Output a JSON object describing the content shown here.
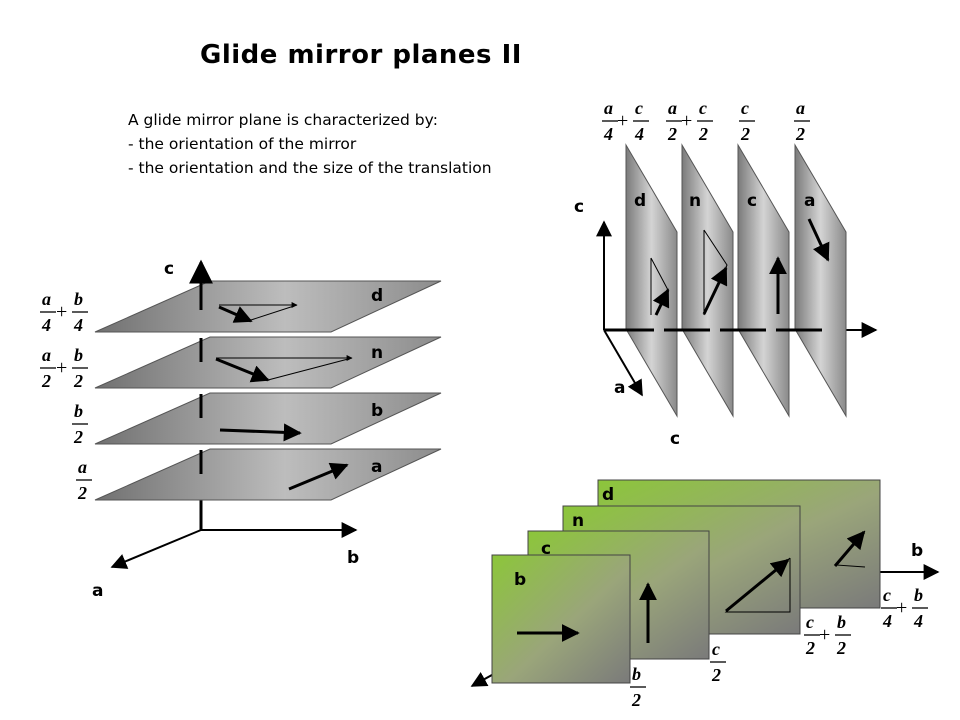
{
  "title": "Glide mirror planes II",
  "intro": {
    "line1": "A glide mirror plane is characterized by:",
    "line2": "- the orientation of the mirror",
    "line3": "- the orientation and the size of the translation"
  },
  "left_panel": {
    "axes": {
      "c": "c",
      "a": "a",
      "b": "b"
    },
    "planes": [
      {
        "name": "d",
        "translation": {
          "t1": {
            "num": "a",
            "den": "4"
          },
          "t2": {
            "num": "b",
            "den": "4"
          }
        }
      },
      {
        "name": "n",
        "translation": {
          "t1": {
            "num": "a",
            "den": "2"
          },
          "t2": {
            "num": "b",
            "den": "2"
          }
        }
      },
      {
        "name": "b",
        "translation": {
          "t1": {
            "num": "b",
            "den": "2"
          }
        }
      },
      {
        "name": "a",
        "translation": {
          "t1": {
            "num": "a",
            "den": "2"
          }
        }
      }
    ]
  },
  "top_right_panel": {
    "axes": {
      "c": "c",
      "a": "a"
    },
    "planes": [
      {
        "name": "d",
        "translation": {
          "t1": {
            "num": "a",
            "den": "4"
          },
          "t2": {
            "num": "c",
            "den": "4"
          }
        }
      },
      {
        "name": "n",
        "translation": {
          "t1": {
            "num": "a",
            "den": "2"
          },
          "t2": {
            "num": "c",
            "den": "2"
          }
        }
      },
      {
        "name": "c",
        "translation": {
          "t1": {
            "num": "c",
            "den": "2"
          }
        }
      },
      {
        "name": "a",
        "translation": {
          "t1": {
            "num": "a",
            "den": "2"
          }
        }
      }
    ]
  },
  "bottom_right_panel": {
    "axes": {
      "c": "c",
      "b": "b"
    },
    "planes": [
      {
        "name": "d",
        "translation": {
          "t1": {
            "num": "c",
            "den": "4"
          },
          "t2": {
            "num": "b",
            "den": "4"
          }
        }
      },
      {
        "name": "n",
        "translation": {
          "t1": {
            "num": "c",
            "den": "2"
          },
          "t2": {
            "num": "b",
            "den": "2"
          }
        }
      },
      {
        "name": "c",
        "translation": {
          "t1": {
            "num": "c",
            "den": "2"
          }
        }
      },
      {
        "name": "b",
        "translation": {
          "t1": {
            "num": "b",
            "den": "2"
          }
        }
      }
    ]
  },
  "colors": {
    "gray_plane": "#9e9e9e",
    "green_plane": "#8fbf2f",
    "arrow": "#000000"
  }
}
